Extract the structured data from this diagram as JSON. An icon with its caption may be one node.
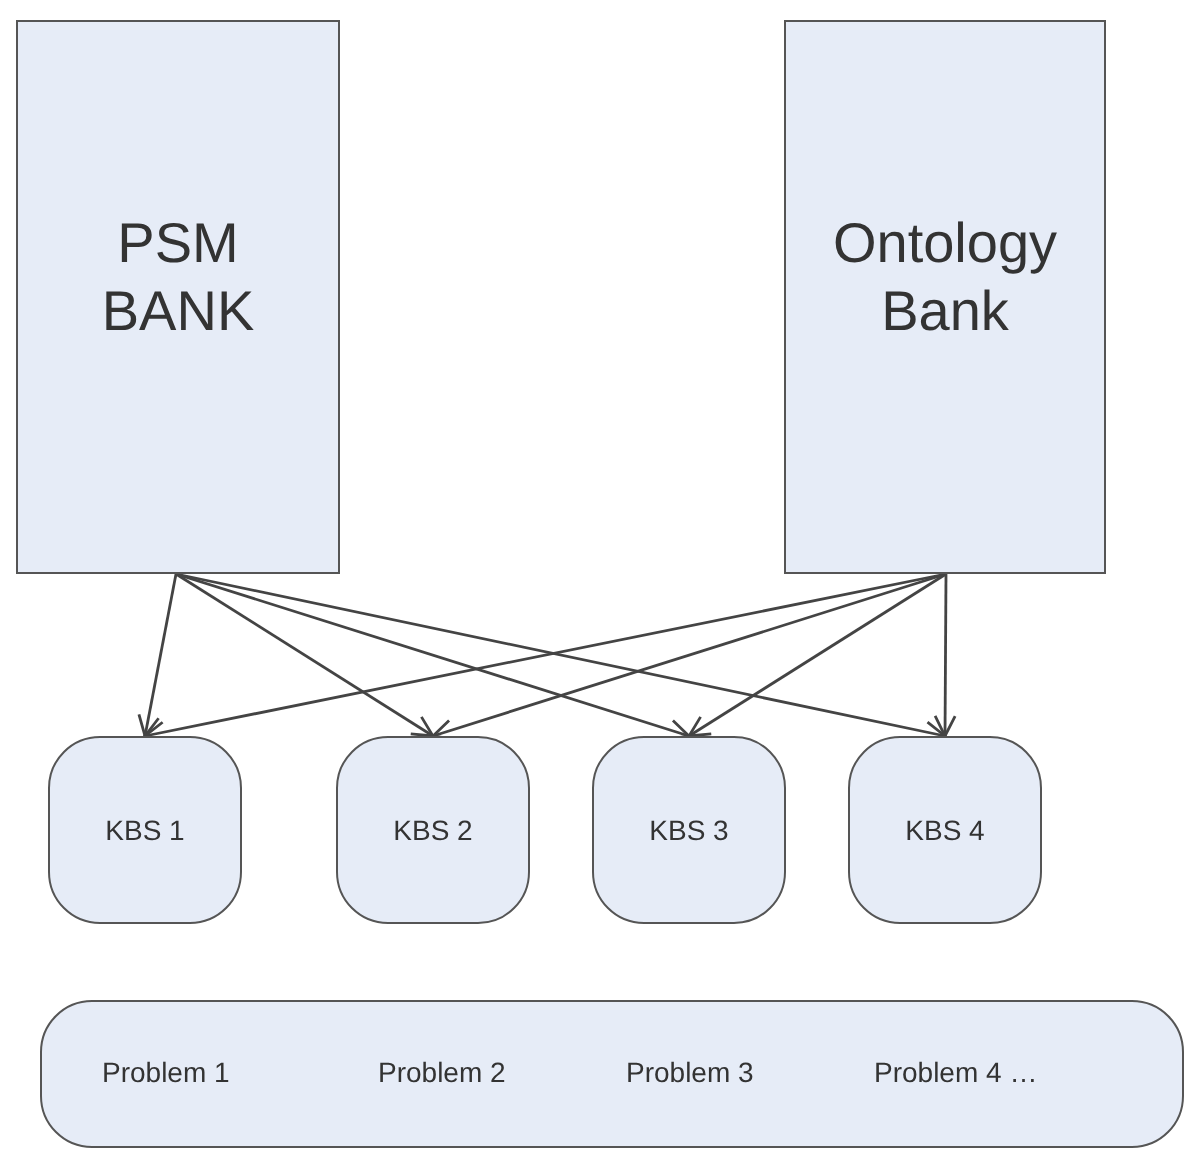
{
  "diagram": {
    "nodes": [
      {
        "text": [
          "PSM BANK"
        ]
      },
      {
        "text": [
          "Ontology Bank"
        ]
      },
      {
        "text": [
          "KBS 1"
        ]
      },
      {
        "text": [
          "KBS 2"
        ]
      },
      {
        "text": [
          "KBS 3"
        ]
      },
      {
        "text": [
          "KBS 4"
        ]
      },
      {
        "text": [
          "Problem 1",
          "Problem 2",
          "Problem 3",
          "Problem 4 …"
        ]
      }
    ],
    "edges": [
      {
        "from": 0,
        "to": 2,
        "arrow": "to"
      },
      {
        "from": 0,
        "to": 3,
        "arrow": "to"
      },
      {
        "from": 0,
        "to": 4,
        "arrow": "to"
      },
      {
        "from": 0,
        "to": 5,
        "arrow": "to"
      },
      {
        "from": 1,
        "to": 2,
        "arrow": "to"
      },
      {
        "from": 1,
        "to": 3,
        "arrow": "to"
      },
      {
        "from": 1,
        "to": 4,
        "arrow": "to"
      },
      {
        "from": 1,
        "to": 5,
        "arrow": "to"
      }
    ]
  }
}
